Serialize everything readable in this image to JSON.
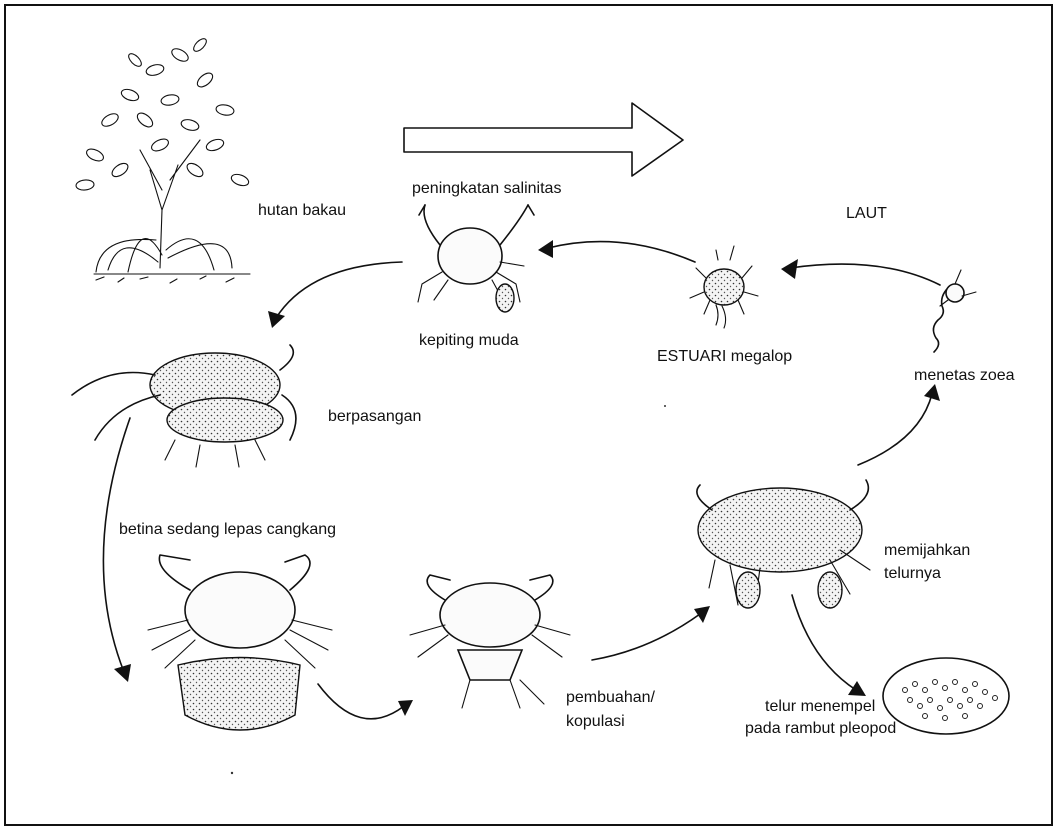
{
  "labels": {
    "salinity": "peningkatan salinitas",
    "mangrove": "hutan bakau",
    "sea": "LAUT",
    "young_crab": "kepiting muda",
    "megalopa": "ESTUARI megalop",
    "hatch_zoea": "menetas zoea",
    "mating": "berpasangan",
    "molting_female": "betina sedang lepas cangkang",
    "fertilization_line1": "pembuahan/",
    "fertilization_line2": "kopulasi",
    "spawning_line1": "memijahkan",
    "spawning_line2": "telurnya",
    "eggs_line1": "telur menempel",
    "eggs_line2": "pada rambut pleopod"
  }
}
